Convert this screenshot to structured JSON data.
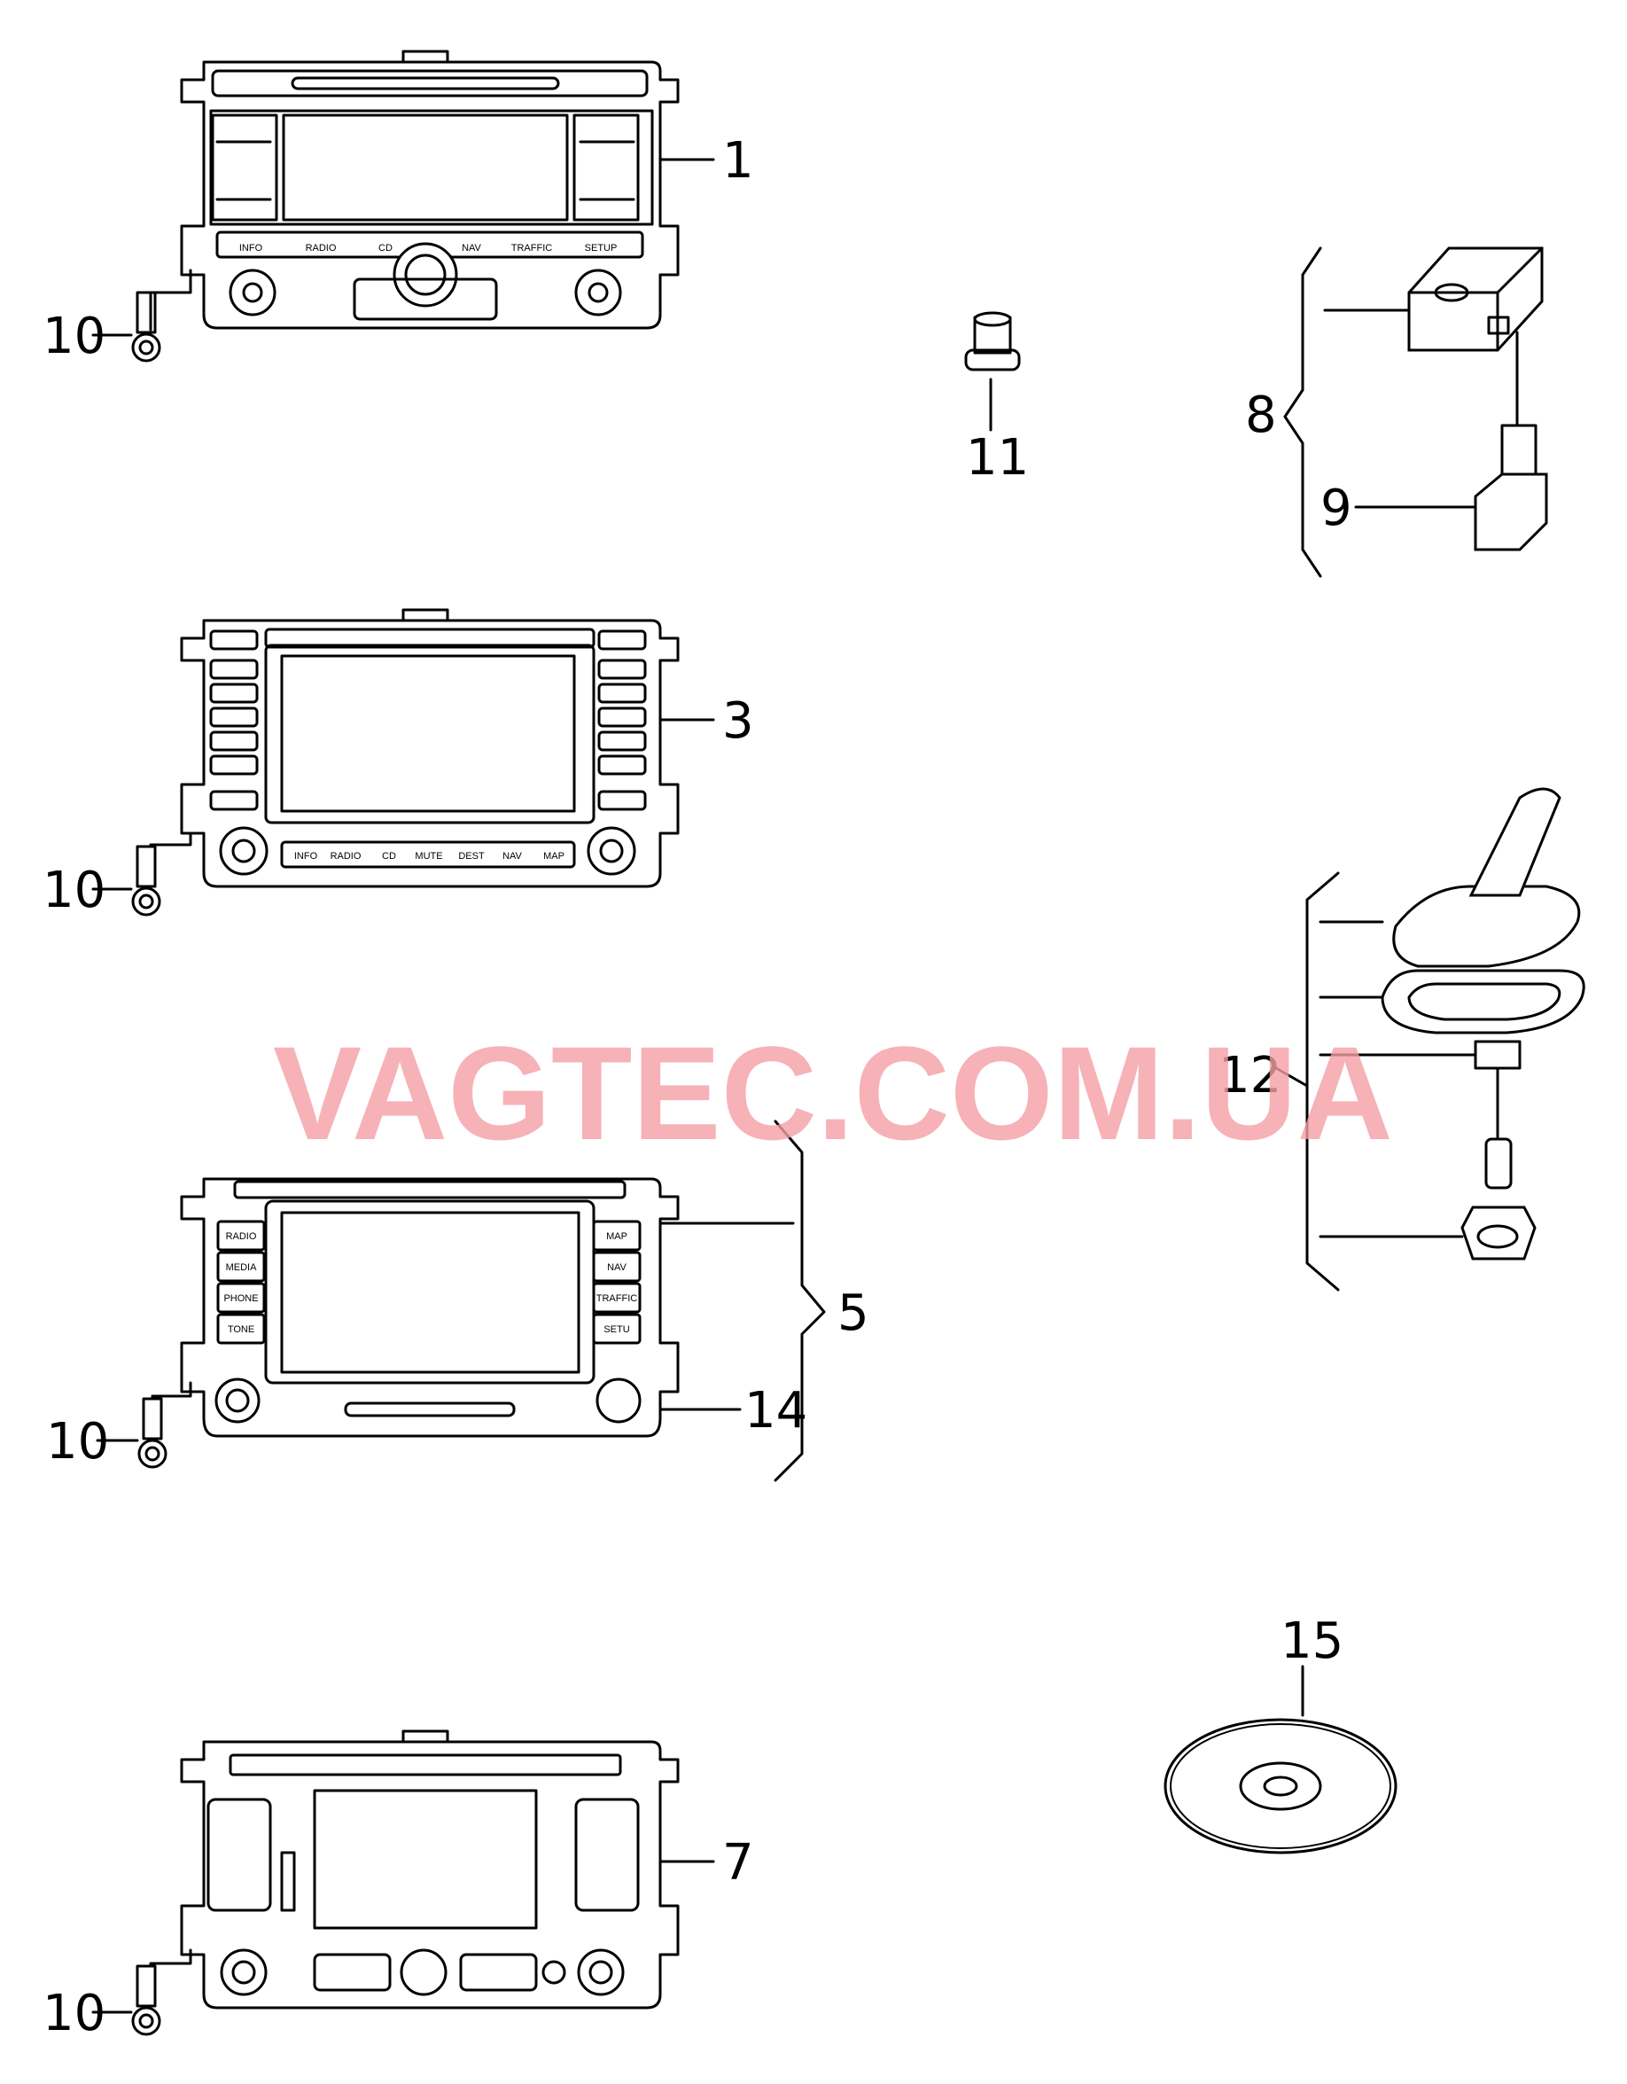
{
  "watermark": "VAGTEC.COM.UA",
  "callouts": {
    "c1": "1",
    "c3": "3",
    "c5": "5",
    "c7": "7",
    "c8": "8",
    "c9": "9",
    "c10a": "10",
    "c10b": "10",
    "c10c": "10",
    "c10d": "10",
    "c11": "11",
    "c12": "12",
    "c14": "14",
    "c15": "15"
  },
  "unit1_buttons": [
    "INFO",
    "RADIO",
    "CD",
    "NAV",
    "TRAFFIC",
    "SETUP"
  ],
  "unit3_buttons": [
    "INFO",
    "RADIO",
    "CD",
    "MUTE",
    "DEST",
    "NAV",
    "MAP"
  ],
  "unit5_left_buttons": [
    "RADIO",
    "MEDIA",
    "PHONE",
    "TONE"
  ],
  "unit5_right_buttons": [
    "MAP",
    "NAV",
    "TRAFFIC",
    "SETU"
  ]
}
